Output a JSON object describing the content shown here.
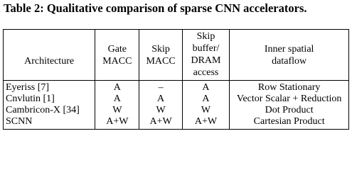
{
  "caption": "Table 2: Qualitative comparison of sparse CNN accelerators.",
  "table": {
    "headers": {
      "architecture": "Architecture",
      "gate": [
        "Gate",
        "MACC"
      ],
      "skip": [
        "Skip",
        "MACC"
      ],
      "buffer": [
        "Skip",
        "buffer/",
        "DRAM",
        "access"
      ],
      "dataflow": [
        "Inner spatial",
        "dataflow"
      ]
    },
    "rows": [
      {
        "architecture": "Eyeriss [7]",
        "gate": "A",
        "skip": "–",
        "buffer": "A",
        "dataflow": "Row Stationary"
      },
      {
        "architecture": "Cnvlutin [1]",
        "gate": "A",
        "skip": "A",
        "buffer": "A",
        "dataflow": "Vector Scalar + Reduction"
      },
      {
        "architecture": "Cambricon-X [34]",
        "gate": "W",
        "skip": "W",
        "buffer": "W",
        "dataflow": "Dot Product"
      },
      {
        "architecture": "SCNN",
        "gate": "A+W",
        "skip": "A+W",
        "buffer": "A+W",
        "dataflow": "Cartesian Product"
      }
    ]
  }
}
